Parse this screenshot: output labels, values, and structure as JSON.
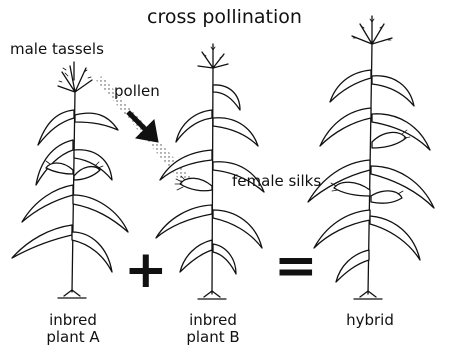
{
  "title": "cross pollination",
  "labels": {
    "male_tassels": "male tassels",
    "pollen": "pollen",
    "female_silks": "female silks"
  },
  "operators": {
    "plus": "+",
    "equals": "="
  },
  "captions": {
    "plant_a": [
      "inbred",
      "plant A"
    ],
    "plant_b": [
      "inbred",
      "plant B"
    ],
    "hybrid": [
      "hybrid"
    ]
  }
}
